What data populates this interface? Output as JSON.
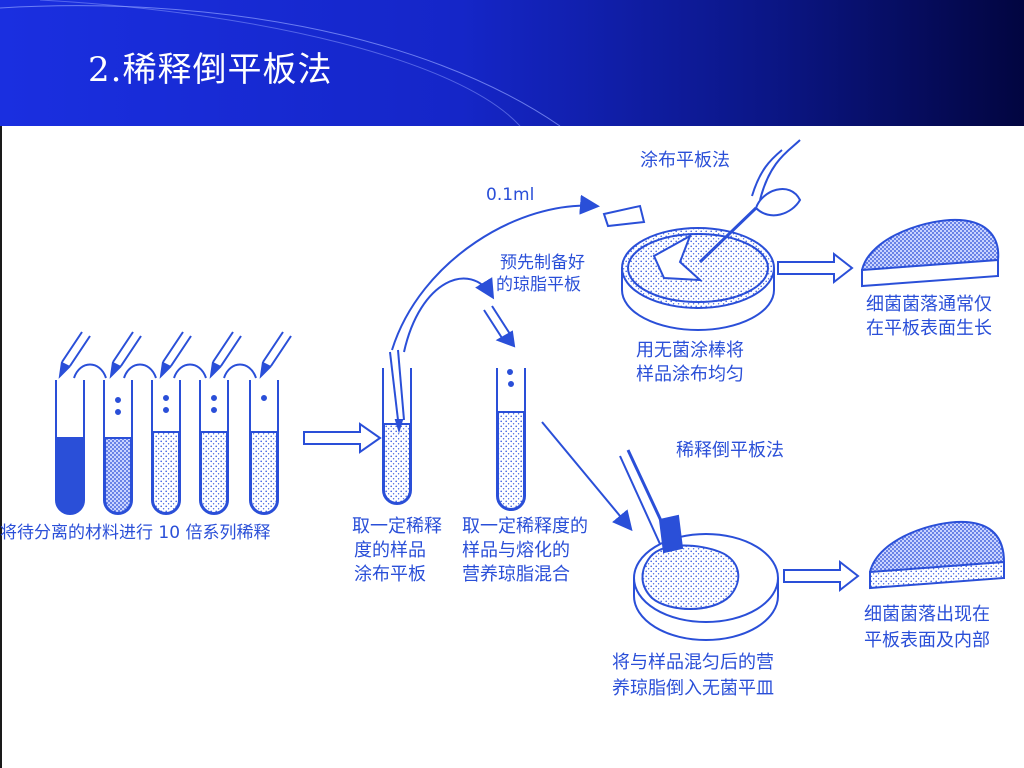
{
  "slide": {
    "title": "2.稀释倒平板法"
  },
  "diagram": {
    "volume": "0.1ml",
    "spread_method": "涂布平板法",
    "pour_method": "稀释倒平板法",
    "preplate_line1": "预先制备好",
    "preplate_line2": "的琼脂平板",
    "spread_action_line1": "用无菌涂棒将",
    "spread_action_line2": "样品涂布均匀",
    "spread_result_line1": "细菌菌落通常仅",
    "spread_result_line2": "在平板表面生长",
    "dilution_step": "将待分离的材料进行 10 倍系列稀释",
    "take_spread_line1": "取一定稀释",
    "take_spread_line2": "度的样品",
    "take_spread_line3": "涂布平板",
    "take_mix_line1": "取一定稀释度的",
    "take_mix_line2": "样品与熔化的",
    "take_mix_line3": "营养琼脂混合",
    "pour_action_line1": "将与样品混匀后的营",
    "pour_action_line2": "养琼脂倒入无菌平皿",
    "pour_result_line1": "细菌菌落出现在",
    "pour_result_line2": "平板表面及内部"
  }
}
